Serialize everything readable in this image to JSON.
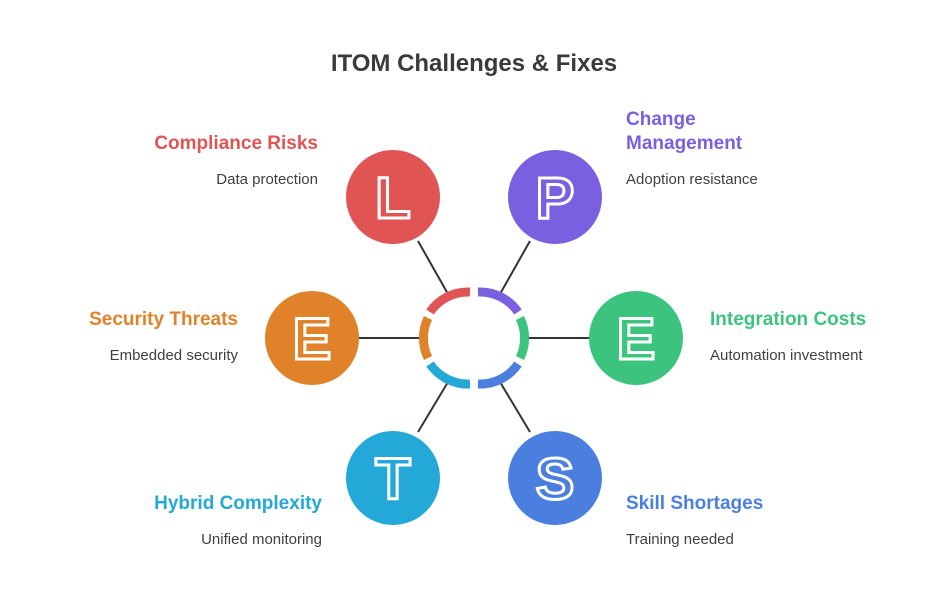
{
  "title": "ITOM Challenges & Fixes",
  "nodes": [
    {
      "letter": "L",
      "title": "Compliance Risks",
      "desc": "Data protection",
      "color": "#e05454",
      "icon": "letter-l-icon"
    },
    {
      "letter": "P",
      "title": "Change Management",
      "desc": "Adoption resistance",
      "color": "#7a5fe0",
      "icon": "letter-p-icon"
    },
    {
      "letter": "E",
      "title": "Integration Costs",
      "desc": "Automation investment",
      "color": "#3cc47f",
      "icon": "letter-e-icon"
    },
    {
      "letter": "S",
      "title": "Skill Shortages",
      "desc": "Training needed",
      "color": "#4a7fe0",
      "icon": "letter-s-icon"
    },
    {
      "letter": "T",
      "title": "Hybrid Complexity",
      "desc": "Unified monitoring",
      "color": "#23a8d8",
      "icon": "letter-t-icon"
    },
    {
      "letter": "E",
      "title": "Security Threats",
      "desc": "Embedded security",
      "color": "#e0822a",
      "icon": "letter-e-icon"
    }
  ]
}
